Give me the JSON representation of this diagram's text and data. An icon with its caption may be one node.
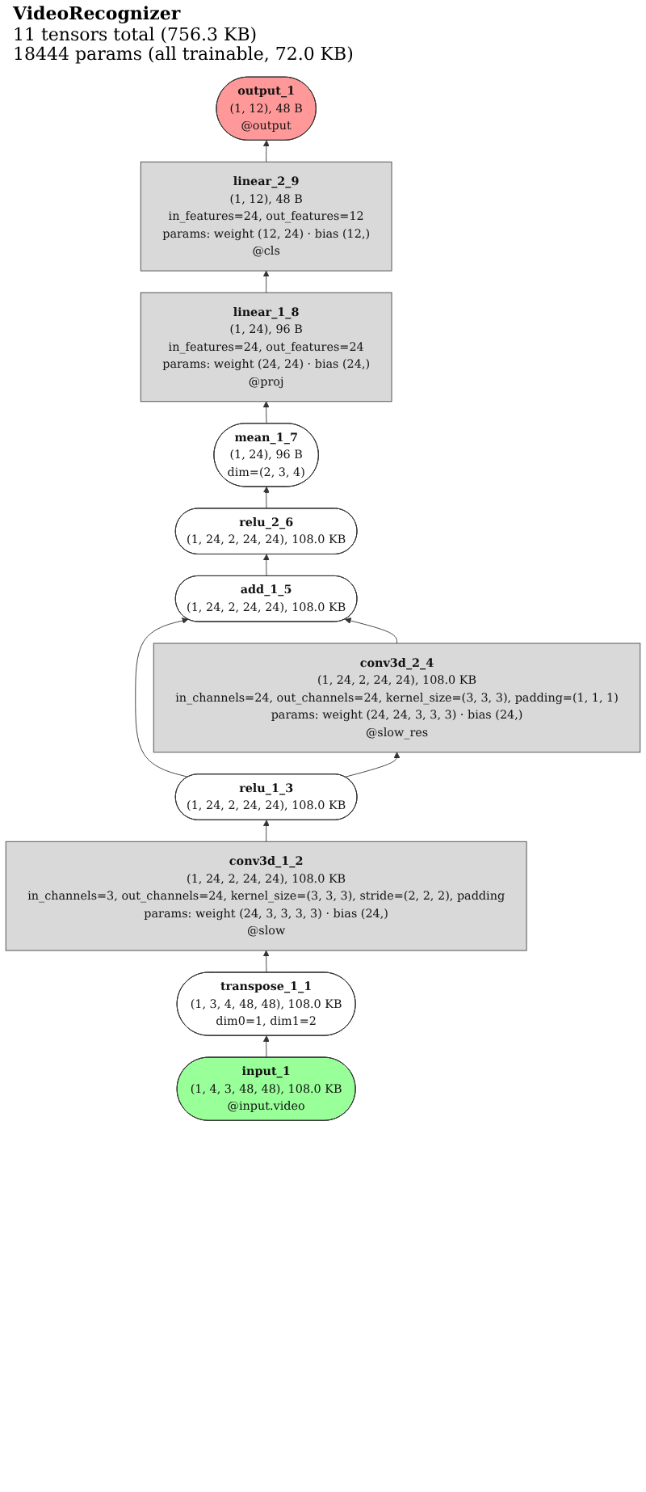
{
  "diagram": {
    "title": "VideoRecognizer",
    "nodes": [
      {
        "text": [
          "output_1",
          "(1, 12), 48 B",
          "@output"
        ]
      },
      {
        "text": [
          "linear_2_9",
          "(1, 12), 48 B",
          "in_features=24, out_features=12",
          "params: weight (12, 24) · bias (12,)",
          "@cls"
        ]
      },
      {
        "text": [
          "linear_1_8",
          "(1, 24), 96 B",
          "in_features=24, out_features=24",
          "params: weight (24, 24) · bias (24,)",
          "@proj"
        ]
      },
      {
        "text": [
          "mean_1_7",
          "(1, 24), 96 B",
          "dim=(2, 3, 4)"
        ]
      },
      {
        "text": [
          "relu_2_6",
          "(1, 24, 2, 24, 24), 108.0 KB"
        ]
      },
      {
        "text": [
          "add_1_5",
          "(1, 24, 2, 24, 24), 108.0 KB"
        ]
      },
      {
        "text": [
          "conv3d_2_4",
          "(1, 24, 2, 24, 24), 108.0 KB",
          "in_channels=24, out_channels=24, kernel_size=(3, 3, 3), padding=(1, 1, 1)",
          "params: weight (24, 24, 3, 3, 3) · bias (24,)",
          "@slow_res"
        ]
      },
      {
        "text": [
          "relu_1_3",
          "(1, 24, 2, 24, 24), 108.0 KB"
        ]
      },
      {
        "text": [
          "conv3d_1_2",
          "(1, 24, 2, 24, 24), 108.0 KB",
          "in_channels=3, out_channels=24, kernel_size=(3, 3, 3), stride=(2, 2, 2), padding",
          "params: weight (24, 3, 3, 3, 3) · bias (24,)",
          "@slow"
        ]
      },
      {
        "text": [
          "transpose_1_1",
          "(1, 3, 4, 48, 48), 108.0 KB",
          "dim0=1, dim1=2"
        ]
      },
      {
        "text": [
          "input_1",
          "(1, 4, 3, 48, 48), 108.0 KB",
          "@input.video"
        ]
      }
    ],
    "edges": [
      {
        "from": 10,
        "to": 9,
        "arrow": "to"
      },
      {
        "from": 9,
        "to": 8,
        "arrow": "to"
      },
      {
        "from": 8,
        "to": 7,
        "arrow": "to"
      },
      {
        "from": 7,
        "to": 6,
        "arrow": "to"
      },
      {
        "from": 7,
        "to": 5,
        "arrow": "to"
      },
      {
        "from": 6,
        "to": 5,
        "arrow": "to"
      },
      {
        "from": 5,
        "to": 4,
        "arrow": "to"
      },
      {
        "from": 4,
        "to": 3,
        "arrow": "to"
      },
      {
        "from": 3,
        "to": 2,
        "arrow": "to"
      },
      {
        "from": 2,
        "to": 1,
        "arrow": "to"
      },
      {
        "from": 1,
        "to": 0,
        "arrow": "to"
      }
    ],
    "labels": [
      "11 tensors total (756.3 KB)",
      "18444 params (all trainable, 72.0 KB)"
    ]
  }
}
